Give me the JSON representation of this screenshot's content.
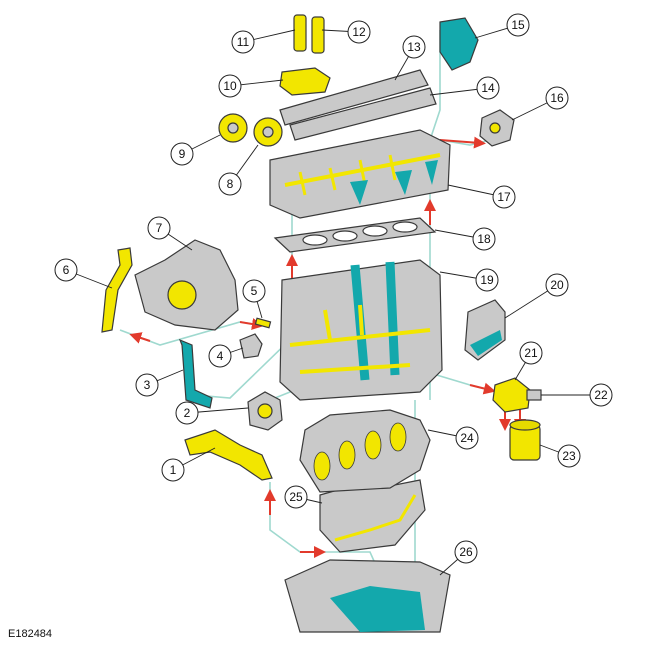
{
  "figure": {
    "reference_code": "E182484",
    "callouts": [
      {
        "id": "1",
        "label": "1"
      },
      {
        "id": "2",
        "label": "2"
      },
      {
        "id": "3",
        "label": "3"
      },
      {
        "id": "4",
        "label": "4"
      },
      {
        "id": "5",
        "label": "5"
      },
      {
        "id": "6",
        "label": "6"
      },
      {
        "id": "7",
        "label": "7"
      },
      {
        "id": "8",
        "label": "8"
      },
      {
        "id": "9",
        "label": "9"
      },
      {
        "id": "10",
        "label": "10"
      },
      {
        "id": "11",
        "label": "11"
      },
      {
        "id": "12",
        "label": "12"
      },
      {
        "id": "13",
        "label": "13"
      },
      {
        "id": "14",
        "label": "14"
      },
      {
        "id": "15",
        "label": "15"
      },
      {
        "id": "16",
        "label": "16"
      },
      {
        "id": "17",
        "label": "17"
      },
      {
        "id": "18",
        "label": "18"
      },
      {
        "id": "19",
        "label": "19"
      },
      {
        "id": "20",
        "label": "20"
      },
      {
        "id": "21",
        "label": "21"
      },
      {
        "id": "22",
        "label": "22"
      },
      {
        "id": "23",
        "label": "23"
      },
      {
        "id": "24",
        "label": "24"
      },
      {
        "id": "25",
        "label": "25"
      },
      {
        "id": "26",
        "label": "26"
      }
    ],
    "colors": {
      "part_fill": "#c9c9c9",
      "part_stroke": "#3a3a3a",
      "pressure_oil": "#f2e600",
      "oil_return": "#13a8ac",
      "flow_arrow": "#e23a2c",
      "flow_line": "#9fd9cf"
    }
  }
}
